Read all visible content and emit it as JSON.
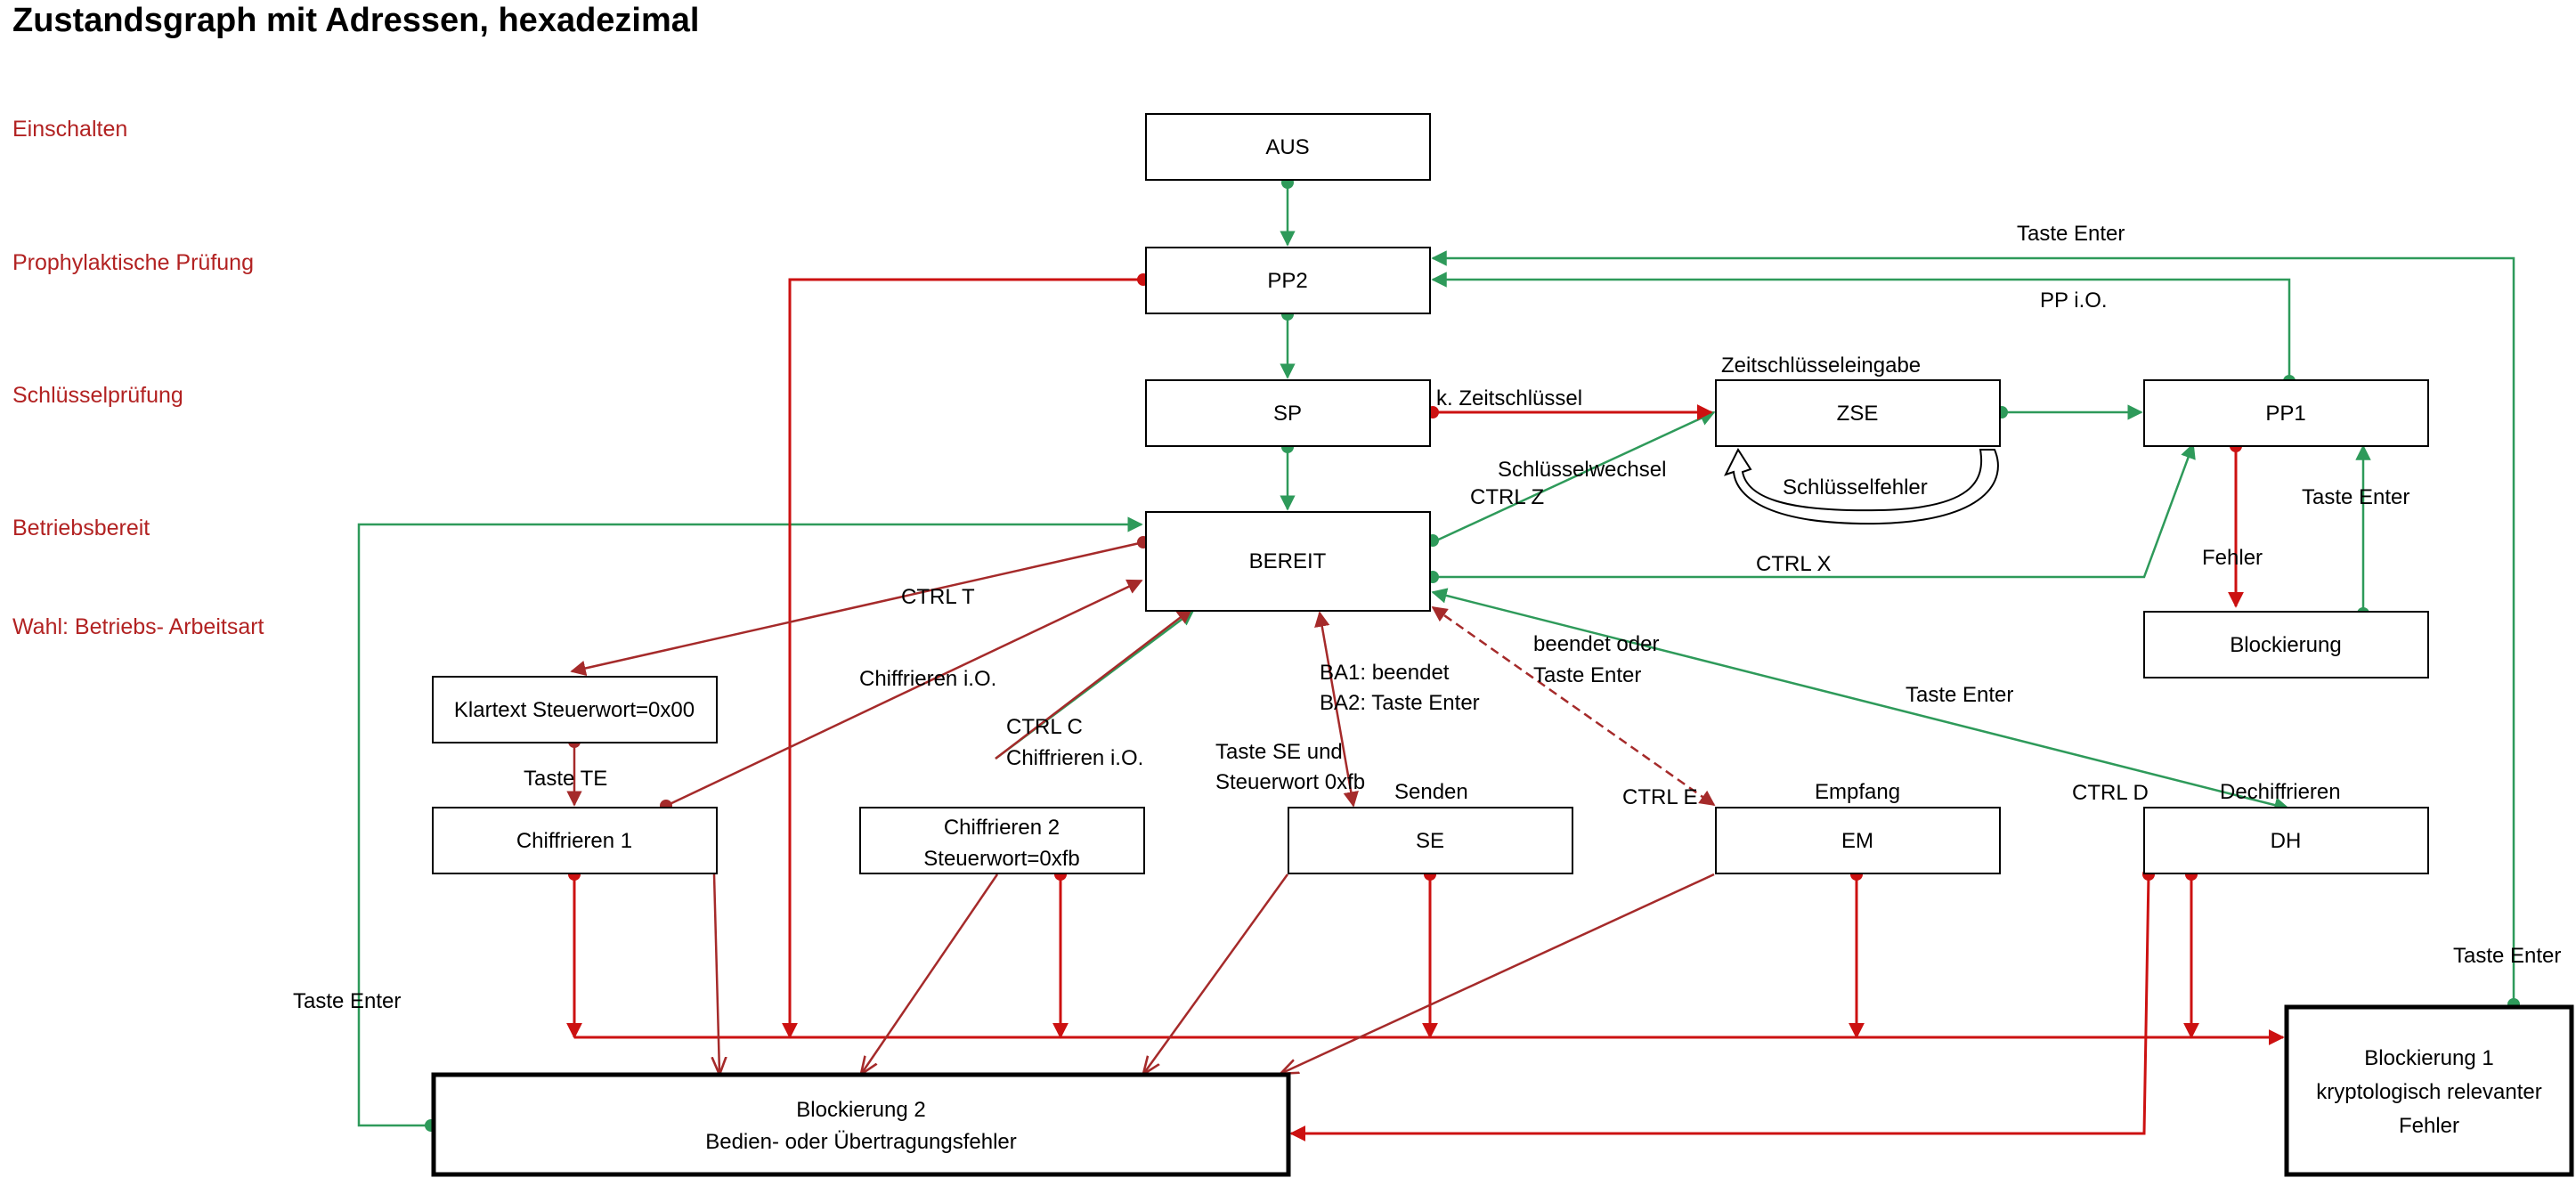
{
  "title": "Zustandsgraph mit Adressen, hexadezimal",
  "lanes": [
    "Einschalten",
    "Prophylaktische Prüfung",
    "Schlüsselprüfung",
    "Betriebsbereit",
    "Wahl: Betriebs- Arbeitsart"
  ],
  "states": {
    "aus": "AUS",
    "pp2": "PP2",
    "sp": "SP",
    "zse": "ZSE",
    "pp1": "PP1",
    "bereit": "BEREIT",
    "blockierung": "Blockierung",
    "klartext": "Klartext Steuerwort=0x00",
    "chiffrieren1": "Chiffrieren 1",
    "chiffrieren2_l1": "Chiffrieren 2",
    "chiffrieren2_l2": "Steuerwort=0xfb",
    "se": "SE",
    "em": "EM",
    "dh": "DH",
    "blockierung2_l1": "Blockierung 2",
    "blockierung2_l2": "Bedien- oder Übertragungsfehler",
    "blockierung1_l1": "Blockierung 1",
    "blockierung1_l2": "kryptologisch relevanter",
    "blockierung1_l3": "Fehler"
  },
  "state_captions": {
    "zse": "Zeitschlüsseleingabe",
    "se": "Senden",
    "em": "Empfang",
    "dh": "Dechiffrieren"
  },
  "transitions": {
    "taste_enter_top": "Taste Enter",
    "pp_io": "PP i.O.",
    "k_zeitschluessel": "k. Zeitschlüssel",
    "schluesselwechsel": "Schlüsselwechsel",
    "ctrl_z": "CTRL Z",
    "schluesselfehler": "Schlüsselfehler",
    "ctrl_x": "CTRL X",
    "fehler": "Fehler",
    "taste_enter_pp1": "Taste Enter",
    "ctrl_t": "CTRL T",
    "chiffrieren_io": "Chiffrieren i.O.",
    "ctrl_c": "CTRL C",
    "chiffrieren_io2": "Chiffrieren i.O.",
    "ba1": "BA1: beendet",
    "ba2": "BA2: Taste Enter",
    "taste_se_1": "Taste SE und",
    "taste_se_2": "Steuerwort 0xfb",
    "beendet_oder": "beendet oder",
    "taste_enter_em": "Taste Enter",
    "taste_enter_dh": "Taste Enter",
    "ctrl_e": "CTRL E",
    "ctrl_d": "CTRL D",
    "taste_te": "Taste TE",
    "taste_enter_left": "Taste Enter",
    "taste_enter_right": "Taste Enter"
  }
}
